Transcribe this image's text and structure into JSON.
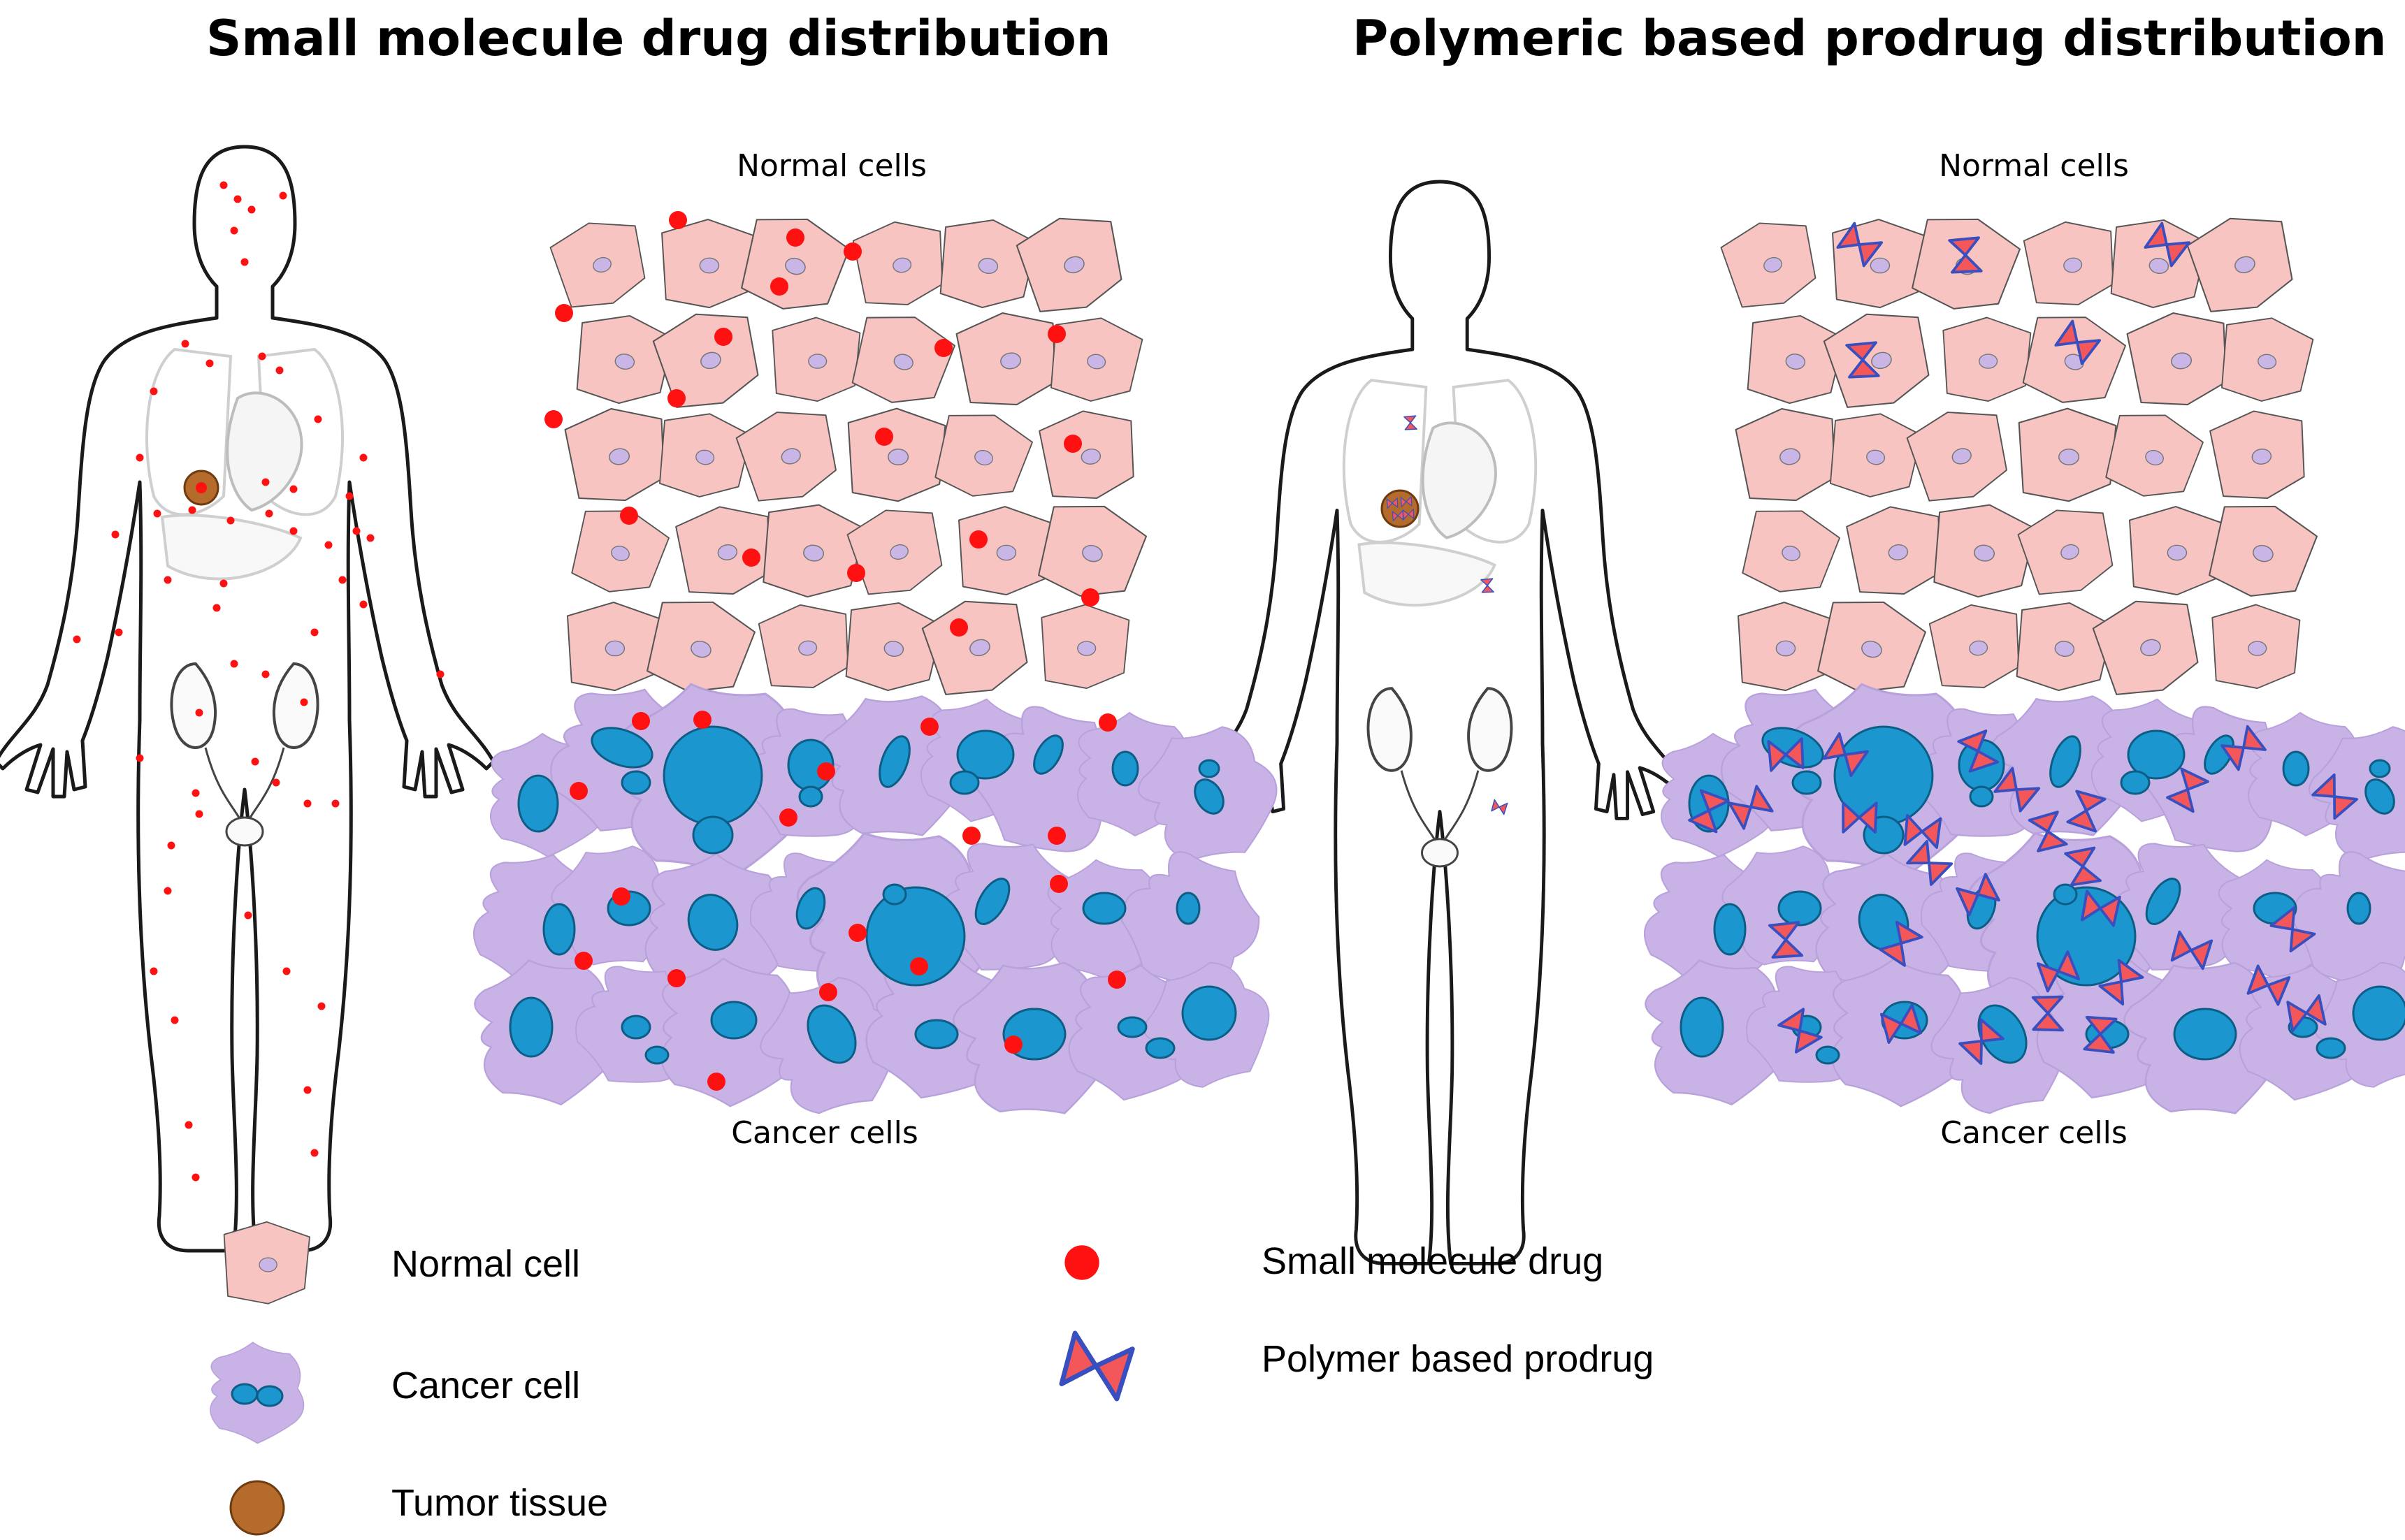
{
  "titles": {
    "left": "Small molecule drug distribution",
    "right": "Polymeric based prodrug distribution"
  },
  "panels": {
    "normal_cells_label": "Normal cells",
    "cancer_cells_label": "Cancer cells"
  },
  "legend": {
    "normal_cell": "Normal cell",
    "cancer_cell": "Cancer cell",
    "tumor_tissue": "Tumor tissue",
    "small_molecule_drug": "Small molecule drug",
    "polymer_prodrug": "Polymer based prodrug"
  },
  "colors": {
    "normal_cell_fill": "#f7c4c1",
    "normal_cell_nucleus": "#c9b6e6",
    "cancer_cell_fill": "#c9b3e6",
    "cancer_cell_nucleus": "#1c96cf",
    "drug_dot": "#ff1111",
    "prodrug_fill": "#f3575a",
    "prodrug_outline": "#3a4fbf",
    "tumor": "#b46b2c"
  }
}
